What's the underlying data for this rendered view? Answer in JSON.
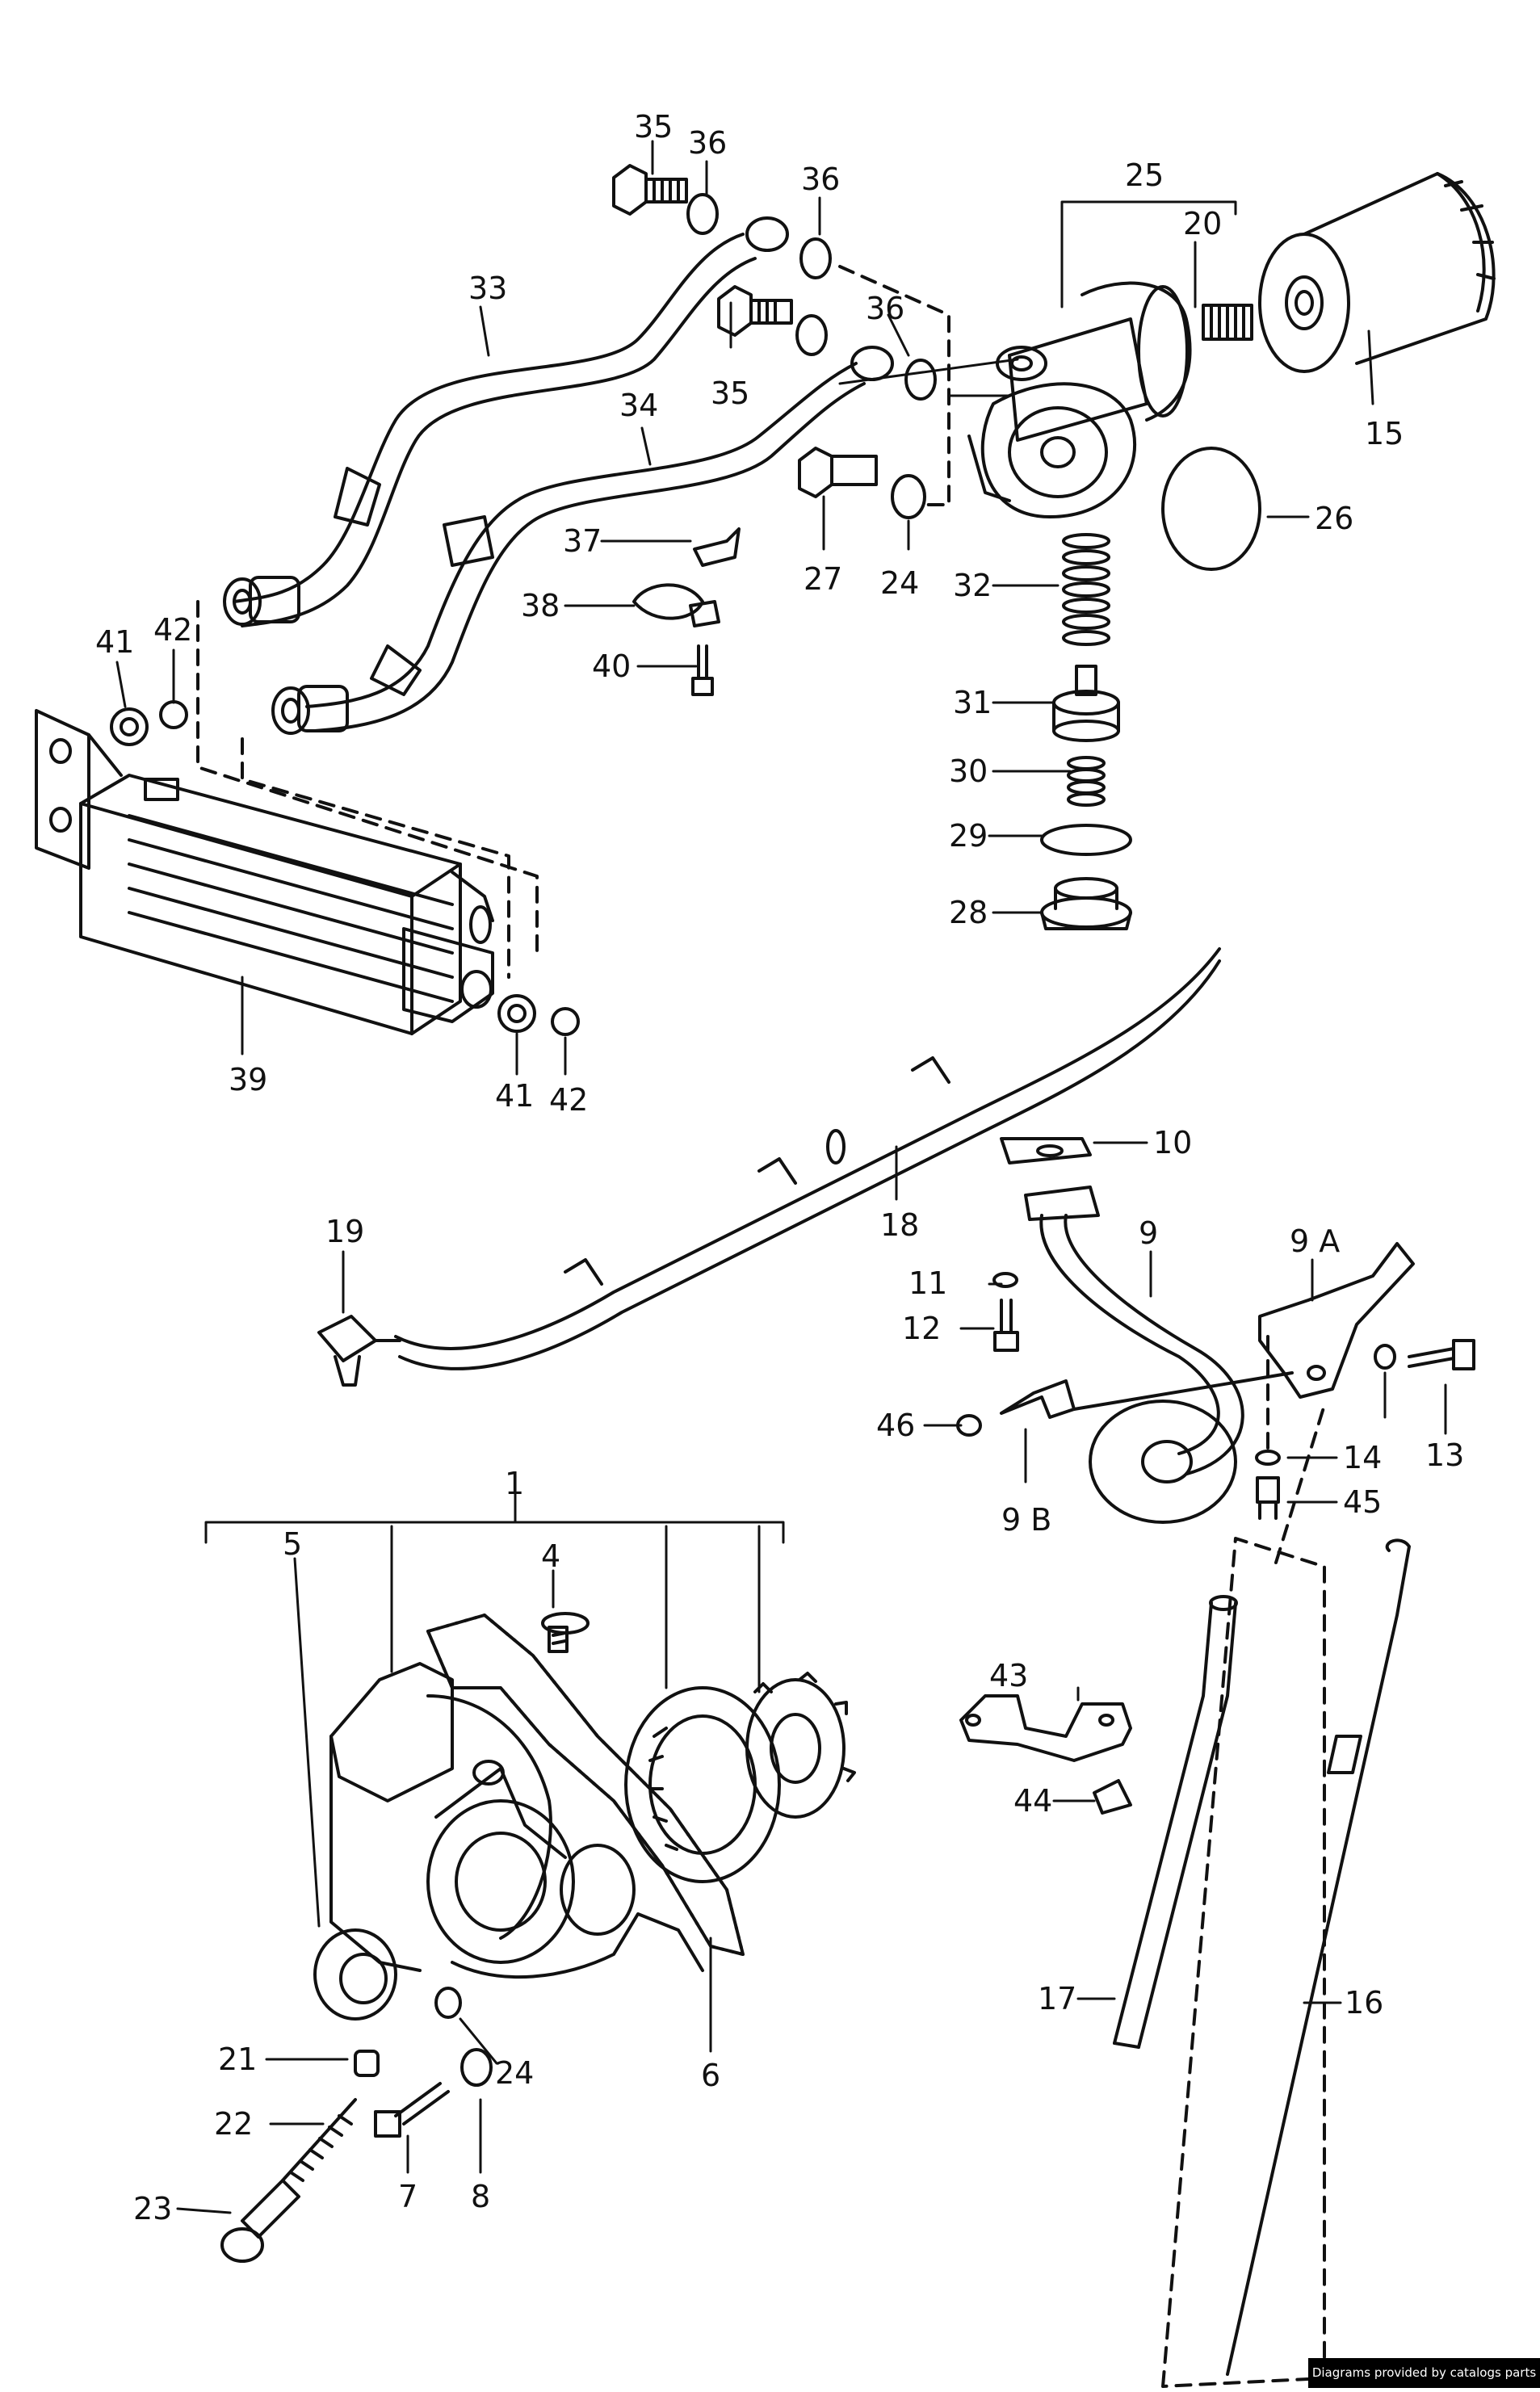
{
  "labels": {
    "l1": "1",
    "l4": "4",
    "l5": "5",
    "l6": "6",
    "l7": "7",
    "l8": "8",
    "l9": "9",
    "l9a": "9 A",
    "l9b": "9 B",
    "l10": "10",
    "l11": "11",
    "l12": "12",
    "l13": "13",
    "l14": "14",
    "l15": "15",
    "l16": "16",
    "l17": "17",
    "l18": "18",
    "l19": "19",
    "l20": "20",
    "l21": "21",
    "l22": "22",
    "l23": "23",
    "l24a": "24",
    "l24b": "24",
    "l25": "25",
    "l26": "26",
    "l27": "27",
    "l28": "28",
    "l29": "29",
    "l30": "30",
    "l31": "31",
    "l32": "32",
    "l33": "33",
    "l34": "34",
    "l35a": "35",
    "l35b": "35",
    "l36a": "36",
    "l36b": "36",
    "l36c": "36",
    "l37": "37",
    "l38": "38",
    "l39": "39",
    "l40": "40",
    "l41a": "41",
    "l41b": "41",
    "l42a": "42",
    "l42b": "42",
    "l43": "43",
    "l44": "44",
    "l45": "45",
    "l46": "46"
  },
  "footer": {
    "credit": "Diagrams provided by catalogs parts"
  }
}
